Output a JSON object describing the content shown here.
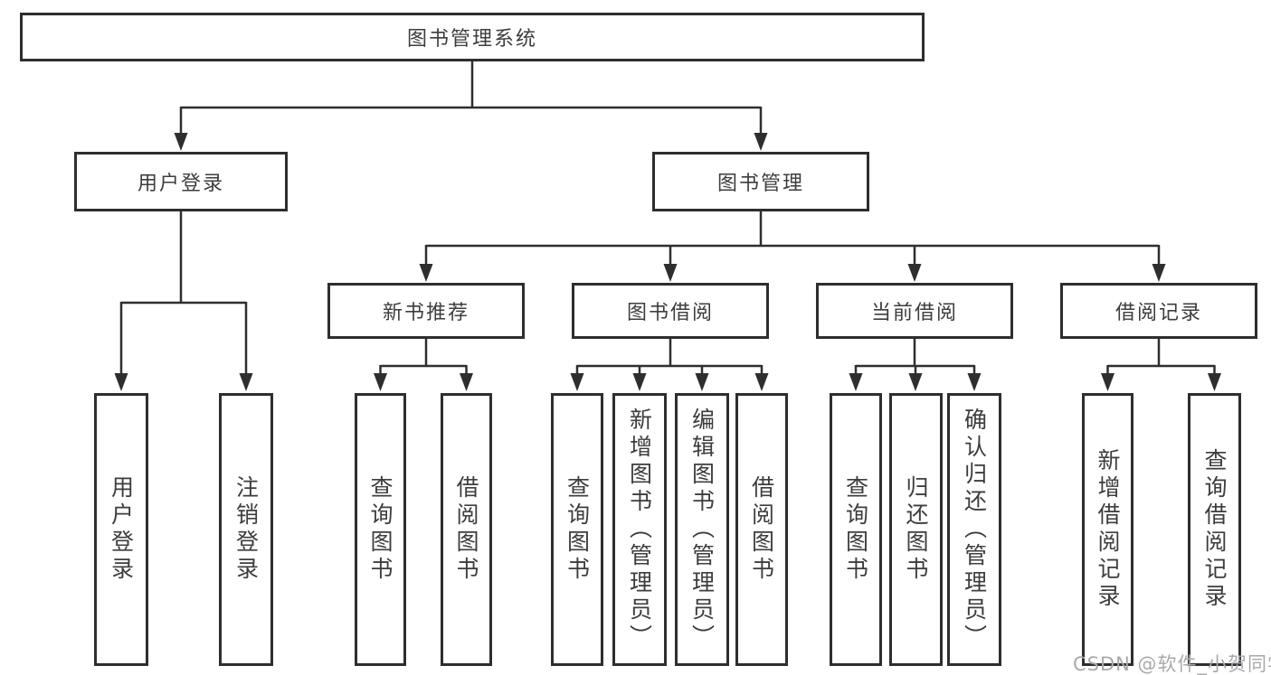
{
  "diagram": {
    "root": {
      "label": "图书管理系统"
    },
    "level2": {
      "user_login": {
        "label": "用户登录"
      },
      "book_management": {
        "label": "图书管理"
      }
    },
    "level3": {
      "new_book_recommend": {
        "label": "新书推荐"
      },
      "book_borrowing": {
        "label": "图书借阅"
      },
      "current_borrowing": {
        "label": "当前借阅"
      },
      "borrowing_records": {
        "label": "借阅记录"
      }
    },
    "leaves": {
      "user_login_group": [
        "用户登录",
        "注销登录"
      ],
      "new_book_group": [
        "查询图书",
        "借阅图书"
      ],
      "book_borrowing_group": [
        "查询图书",
        "新增图书（管理员）",
        "编辑图书（管理员）",
        "借阅图书"
      ],
      "current_borrowing_group": [
        "查询图书",
        "归还图书",
        "确认归还（管理员）"
      ],
      "borrowing_records_group": [
        "新增借阅记录",
        "查询借阅记录"
      ]
    }
  },
  "watermark": "CSDN @软件_小贺同学",
  "colors": {
    "line": "#2e2e2e",
    "box_border": "#2e2e2e",
    "text": "#3d3d3d",
    "watermark": "#a9a9ad",
    "background": "#ffffff"
  }
}
